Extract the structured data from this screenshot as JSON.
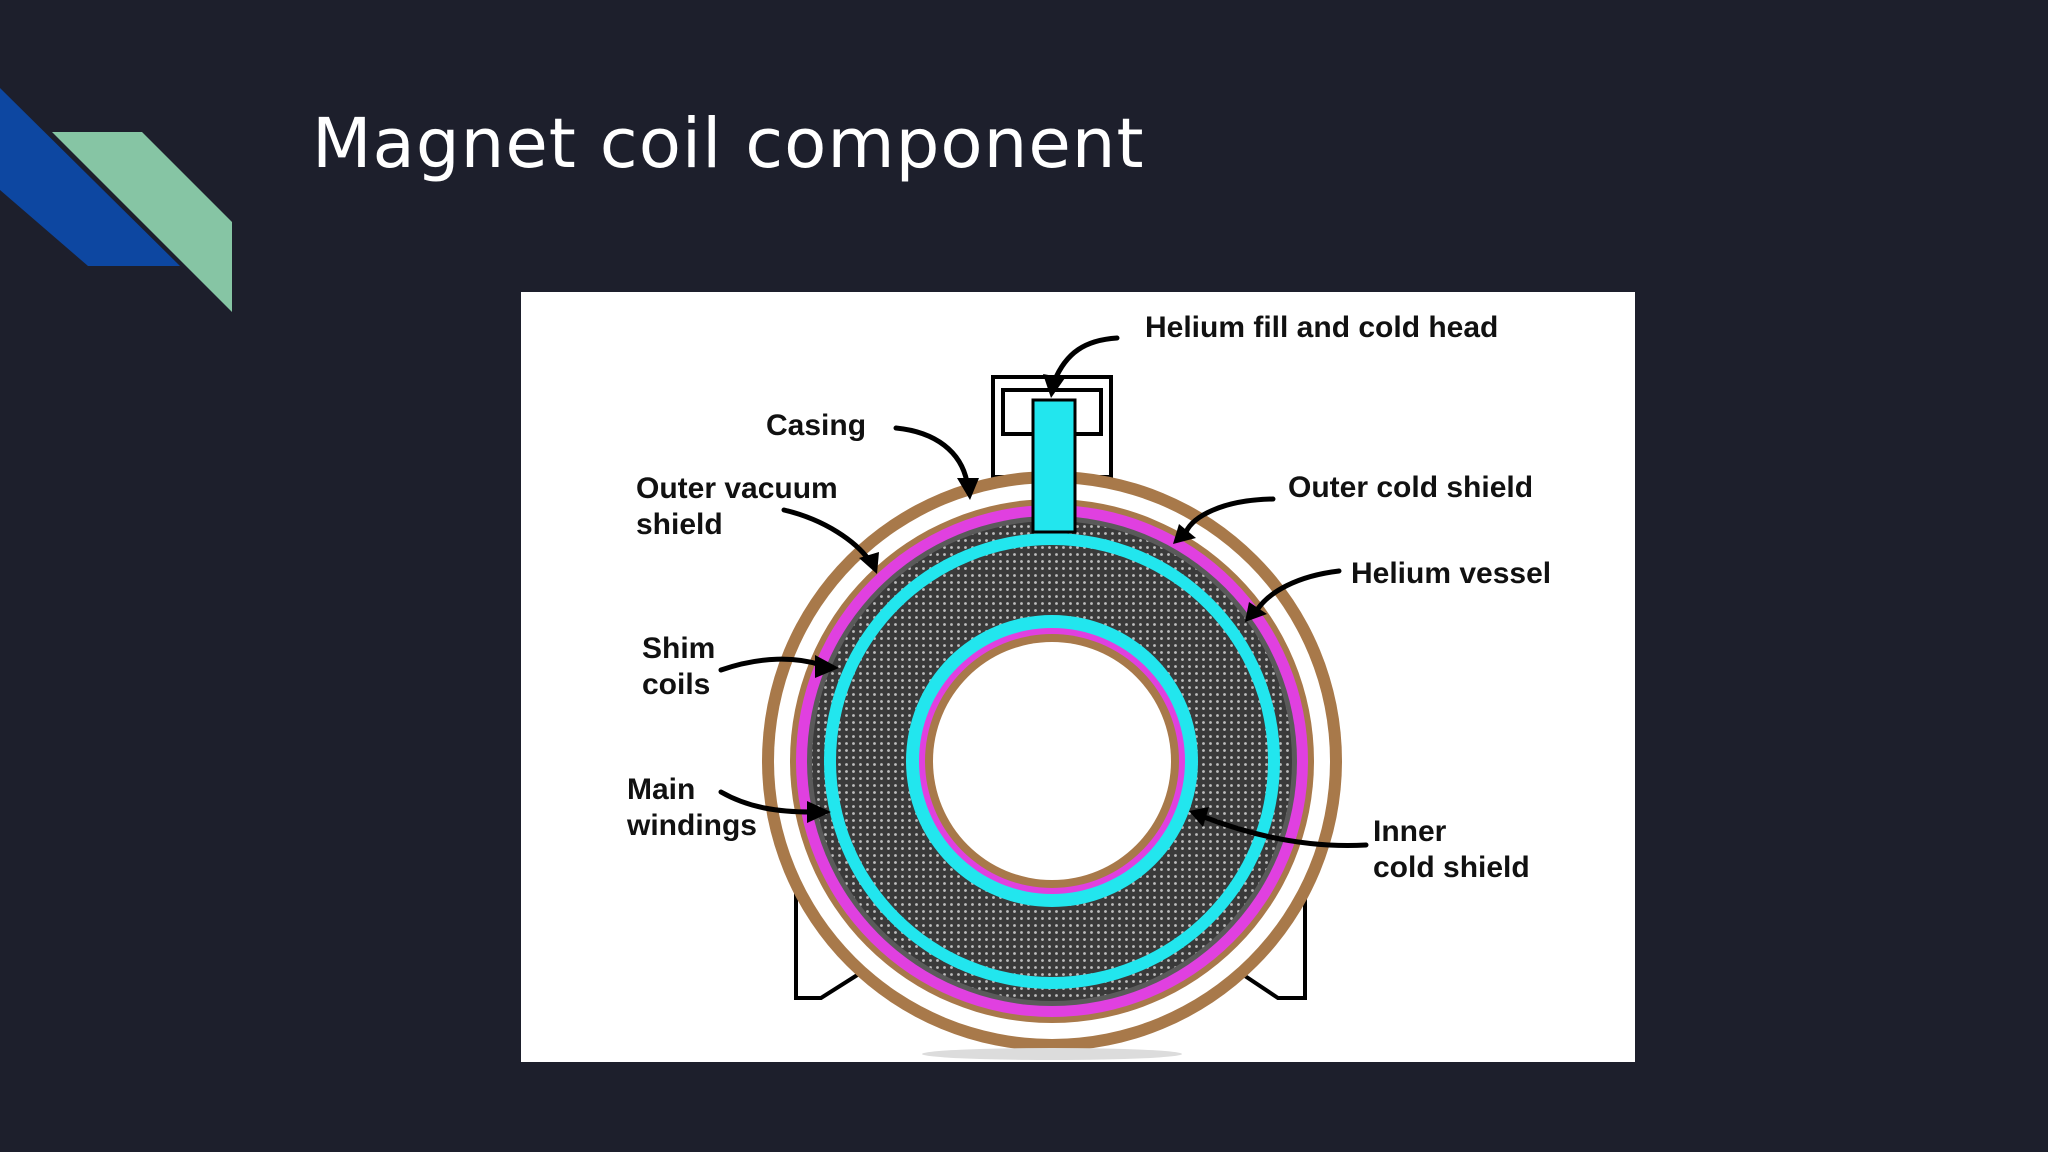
{
  "slide": {
    "title": "Magnet coil component"
  },
  "colors": {
    "background": "#1d1f2c",
    "accent_blue": "#0d47a1",
    "accent_green": "#86c5a4",
    "casing": "#a8794a",
    "shield_magenta": "#e040e0",
    "helium_cyan": "#22e6ee",
    "windings_dark": "#3a3a3a"
  },
  "diagram": {
    "labels": {
      "helium_fill": "Helium fill and cold head",
      "casing": "Casing",
      "outer_vacuum_line1": "Outer vacuum",
      "outer_vacuum_line2": "shield",
      "outer_cold_shield": "Outer cold shield",
      "helium_vessel": "Helium vessel",
      "shim_line1": "Shim",
      "shim_line2": "coils",
      "main_line1": "Main",
      "main_line2": "windings",
      "inner_line1": "Inner",
      "inner_line2": "cold shield"
    }
  }
}
